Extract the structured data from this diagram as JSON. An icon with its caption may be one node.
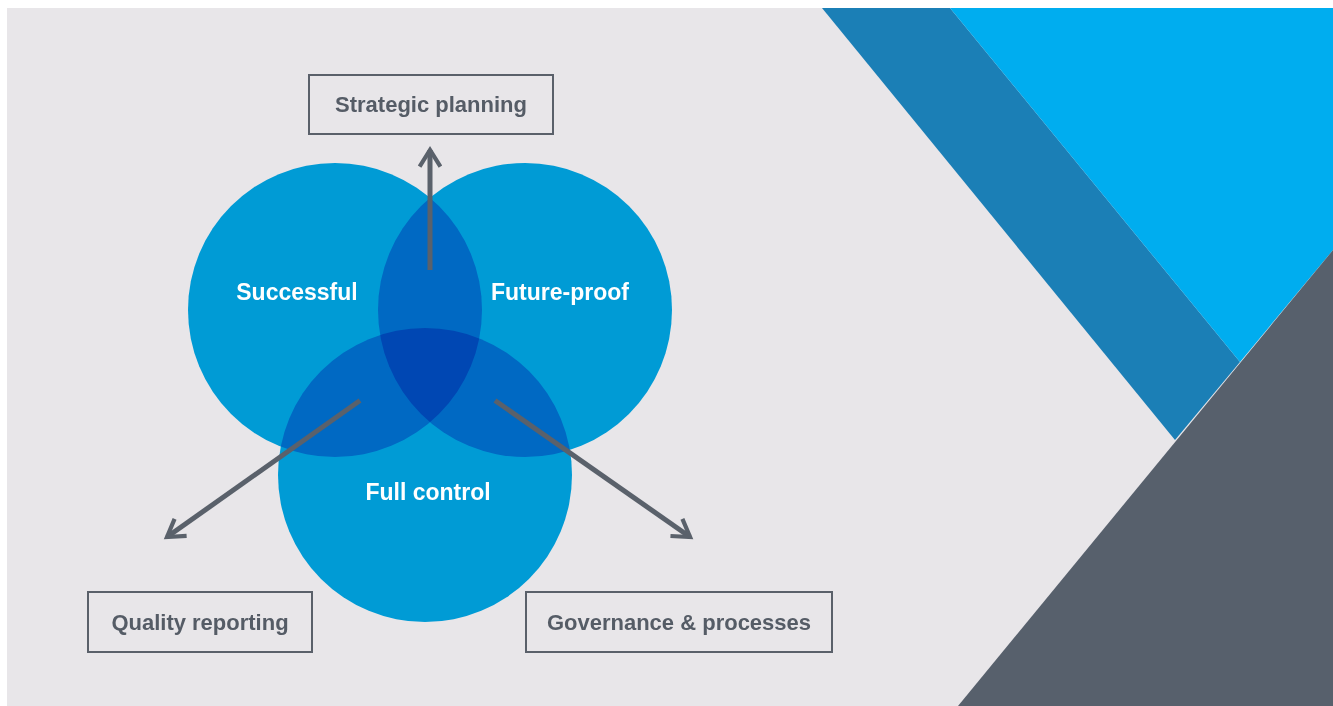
{
  "diagram": {
    "nodes": [
      {
        "text": [
          "Strategic planning"
        ]
      },
      {
        "text": [
          "Quality reporting"
        ]
      },
      {
        "text": [
          "Governance & processes"
        ]
      },
      {
        "text": [
          "Successful"
        ]
      },
      {
        "text": [
          "Future-proof"
        ]
      },
      {
        "text": [
          "Full control"
        ]
      }
    ],
    "edges": [
      {
        "from": 3,
        "to": 0,
        "arrow": "to"
      },
      {
        "from": 4,
        "to": 0,
        "arrow": "to"
      },
      {
        "from": 3,
        "to": 1,
        "arrow": "to"
      },
      {
        "from": 5,
        "to": 1,
        "arrow": "to"
      },
      {
        "from": 4,
        "to": 2,
        "arrow": "to"
      },
      {
        "from": 5,
        "to": 2,
        "arrow": "to"
      }
    ]
  }
}
